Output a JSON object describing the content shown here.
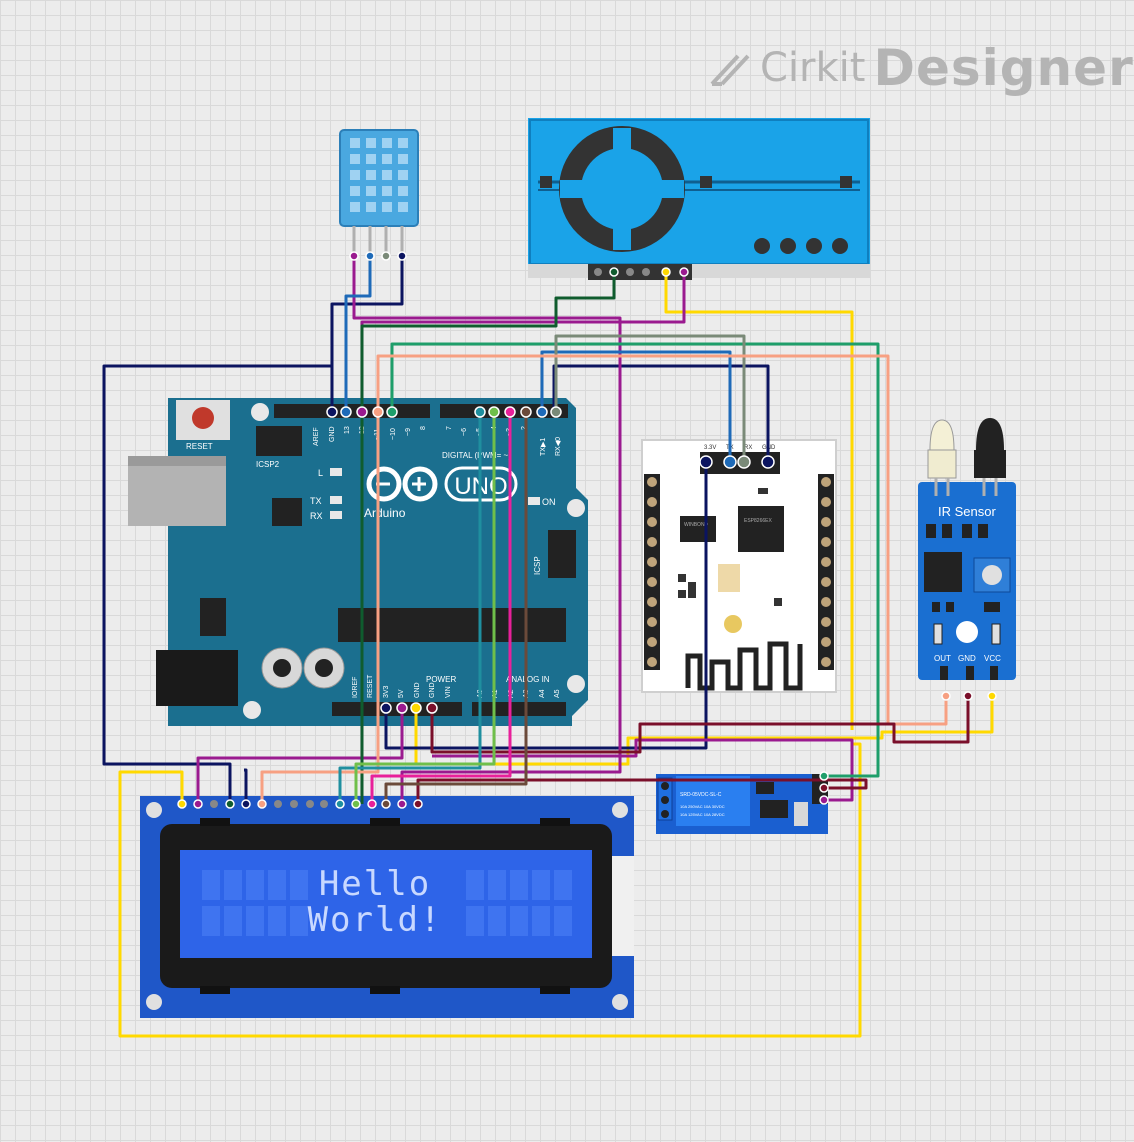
{
  "logo": {
    "brand": "Cirkit",
    "product": "Designer"
  },
  "components": {
    "arduino": {
      "brand": "Arduino",
      "model": "UNO",
      "reset_label": "RESET",
      "icsp2_label": "ICSP2",
      "icsp_label": "ICSP",
      "led_l": "L",
      "led_tx": "TX",
      "led_rx": "RX",
      "led_on": "ON",
      "digital_label": "DIGITAL (PWM= ~)",
      "power_label": "POWER",
      "analog_label": "ANALOG IN",
      "top_pins": [
        "AREF",
        "GND",
        "13",
        "12",
        "~11",
        "~10",
        "~9",
        "8",
        "7",
        "~6",
        "~5",
        "4",
        "~3",
        "2",
        "TX▶1",
        "RX◀0"
      ],
      "bottom_pins": [
        "IOREF",
        "RESET",
        "3V3",
        "5V",
        "GND",
        "GND",
        "VIN",
        "A0",
        "A1",
        "A2",
        "A3",
        "A4",
        "A5"
      ]
    },
    "esp_module": {
      "pins": [
        "3.3V",
        "TX",
        "RX",
        "GND"
      ],
      "chip1": "WINBOND",
      "chip2": "ESP8266EX"
    },
    "ir_sensor": {
      "title": "IR Sensor",
      "pins": [
        "OUT",
        "GND",
        "VCC"
      ]
    },
    "lcd": {
      "line1": "Hello",
      "line2": "World!"
    },
    "relay": {
      "label": "SRD-05VDC-SL-C",
      "rating1": "10A 250VAC 10A 30VDC",
      "rating2": "10A 125VAC 10A 28VDC"
    }
  },
  "colors": {
    "board_teal": "#1b6f8f",
    "module_blue": "#1d7fd6",
    "lcd_screen": "#2e64e8",
    "wire_navy": "#0b1460",
    "wire_purple": "#9a1a8f",
    "wire_yellow": "#ffd900",
    "wire_green": "#1e9e6a",
    "wire_salmon": "#f7a082",
    "wire_maroon": "#7a0f2a",
    "wire_darkgreen": "#0f5c2e",
    "wire_gray": "#7a8a78",
    "wire_blue": "#1e6ab8",
    "wire_brown": "#6b4a3a",
    "wire_teal": "#1f8f9f",
    "wire_lime": "#6fbf4a",
    "wire_pink": "#e8209a"
  }
}
